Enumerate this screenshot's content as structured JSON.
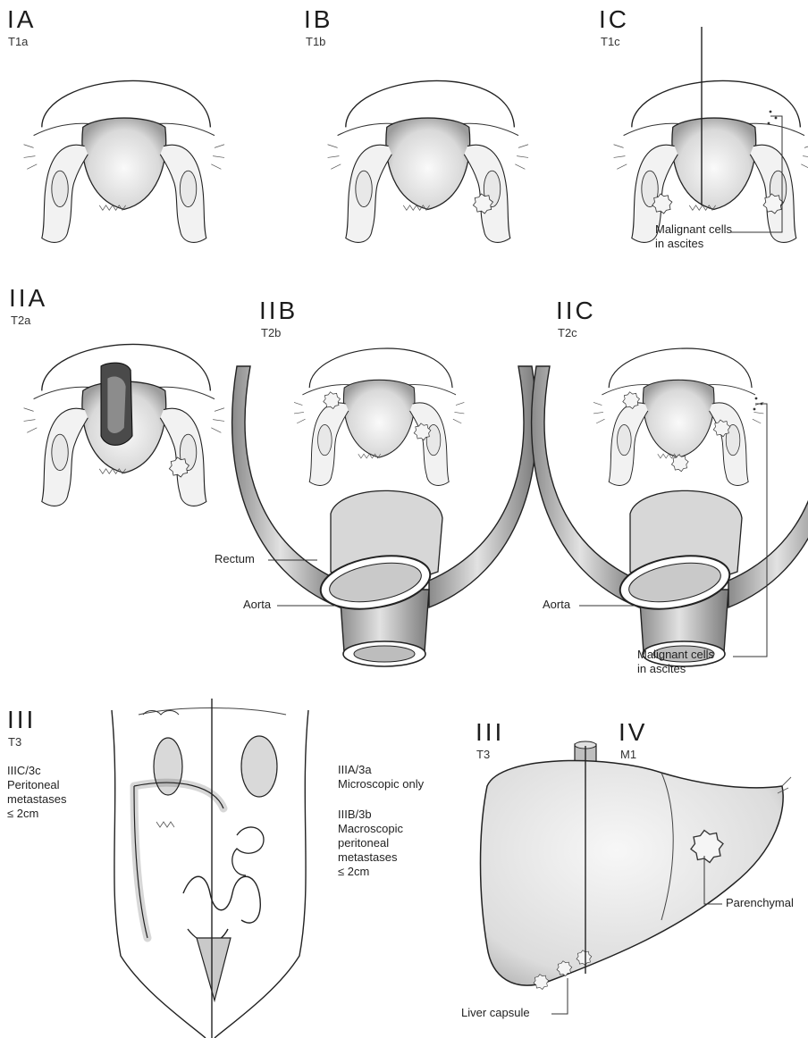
{
  "panels": {
    "p1a": {
      "stage": "IA",
      "tnm": "T1a"
    },
    "p1b": {
      "stage": "IB",
      "tnm": "T1b"
    },
    "p1c": {
      "stage": "IC",
      "tnm": "T1c",
      "note_l1": "Malignant cells",
      "note_l2": "in ascites"
    },
    "p2a": {
      "stage": "IIA",
      "tnm": "T2a"
    },
    "p2b": {
      "stage": "IIB",
      "tnm": "T2b",
      "rectum": "Rectum",
      "aorta": "Aorta"
    },
    "p2c": {
      "stage": "IIC",
      "tnm": "T2c",
      "aorta": "Aorta",
      "note_l1": "Malignant cells",
      "note_l2": "in ascites"
    },
    "p3": {
      "stage": "III",
      "tnm": "T3",
      "c_title": "IIIC/3c",
      "c_l1": "Peritoneal",
      "c_l2": "metastases",
      "c_l3": "≤ 2cm",
      "a_title": "IIIA/3a",
      "a_l1": "Microscopic only",
      "b_title": "IIIB/3b",
      "b_l1": "Macroscopic",
      "b_l2": "peritoneal",
      "b_l3": "metastases",
      "b_l4": "≤ 2cm"
    },
    "liver": {
      "stage3": "III",
      "tnm3": "T3",
      "stage4": "IV",
      "tnm4": "M1",
      "parenchymal": "Parenchymal",
      "capsule": "Liver capsule"
    }
  }
}
